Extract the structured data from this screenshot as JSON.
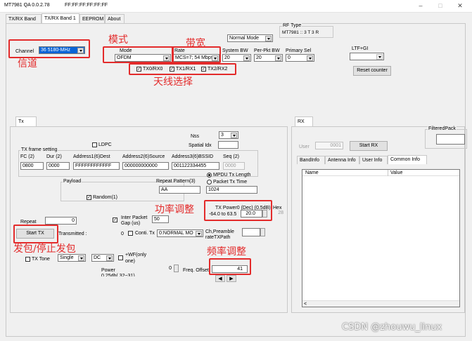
{
  "window": {
    "title": "MT7981 QA 0.0.2.78",
    "mac": "FF:FF:FF:FF:FF:FF"
  },
  "tabs": [
    "TX/RX Band 0",
    "TX/RX Band 1",
    "EEPROM",
    "About"
  ],
  "top": {
    "channel_label": "Channel",
    "channel_value": "36  5180-MHz",
    "mode_label": "Mode",
    "mode_value": "OFDM",
    "rate_label": "Rate",
    "rate_value": "MCS=7; 54 Mbps",
    "normal_mode": "Normal Mode",
    "rf_type_label": "RF Type",
    "rf_type_value": "MT7981 :: 3 T 3 R",
    "system_bw_label": "System BW",
    "system_bw_value": "20",
    "per_pkt_bw_label": "Per-Pkt BW",
    "per_pkt_bw_value": "20",
    "primary_sel_label": "Primary Sel",
    "primary_sel_value": "0",
    "ltf_gi_label": "LTF+GI",
    "antennas": [
      "TX0/RX0",
      "TX1/RX1",
      "TX2/RX2"
    ],
    "reset_counter": "Reset counter"
  },
  "tx": {
    "tab": "Tx",
    "nss_label": "Nss",
    "nss_value": "3",
    "ldpc_label": "LDPC",
    "spatial_idx_label": "Spatial Idx",
    "frame_setting_label": "TX frame setting",
    "headers": [
      "FC (2)",
      "Dur (2)",
      "Address1(6)Dest",
      "Address2(6)Source",
      "Address3(6)BSSID",
      "Seq (2)"
    ],
    "values": [
      "0800",
      "0000",
      "FFFFFFFFFFFF",
      "000000000000",
      "001122334455",
      "0000"
    ],
    "payload_label": "Payload",
    "random_label": "Random(1)",
    "repeat_pattern_label": "Repeat Pattern(3)",
    "repeat_pattern_value": "AA",
    "mpdu_label": "MPDU Tx Length",
    "packet_tx_time_label": "Packet Tx Time",
    "mpdu_value": "1024",
    "repeat_label": "Repeat",
    "repeat_value": "0",
    "inter_packet_label": "Inter Packet",
    "gap_label": "Gap (us)",
    "gap_value": "50",
    "tx_power_label": "TX Power0 (Dec) (0.5dB)",
    "hex_label": "Hex",
    "tx_power_range": "-64.0 to 63.5",
    "tx_power_value": "20.0",
    "hex_value": "28",
    "start_tx": "Start TX",
    "transmitted_label": "Transmitted :",
    "transmitted_value": "0",
    "conti_tx_label": "Conti. Tx",
    "conti_tx_value": "0:NORMAL MO",
    "ch_preamble_label": "Ch,Preamble",
    "rate_tx_path_label": "rateTXPath",
    "tx_tone_label": "TX Tone",
    "tone_single": "Single",
    "tone_dc": "DC",
    "wf_only_label": "+WF(only one)",
    "power_label": "Power",
    "power_range": "0.25db( 32~31)",
    "power_value": "0",
    "freq_offset_label": "Freq. Offset",
    "freq_offset_value": "41"
  },
  "rx": {
    "tab": "RX",
    "user_label": "User",
    "user_value": "0001",
    "start_rx": "Start RX",
    "filtered_label": "FilteredPack",
    "info_tabs": [
      "BandInfo",
      "Antenna Info",
      "User Info",
      "Common Info"
    ],
    "col_name": "Name",
    "col_value": "Value"
  },
  "annotations": {
    "mode": "模式",
    "bandwidth": "带宽",
    "channel": "信道",
    "antenna": "天线选择",
    "power": "功率调整",
    "start_stop": "发包/停止发包",
    "freq": "频率调整"
  },
  "watermark": "CSDN @zhouwu_linux"
}
